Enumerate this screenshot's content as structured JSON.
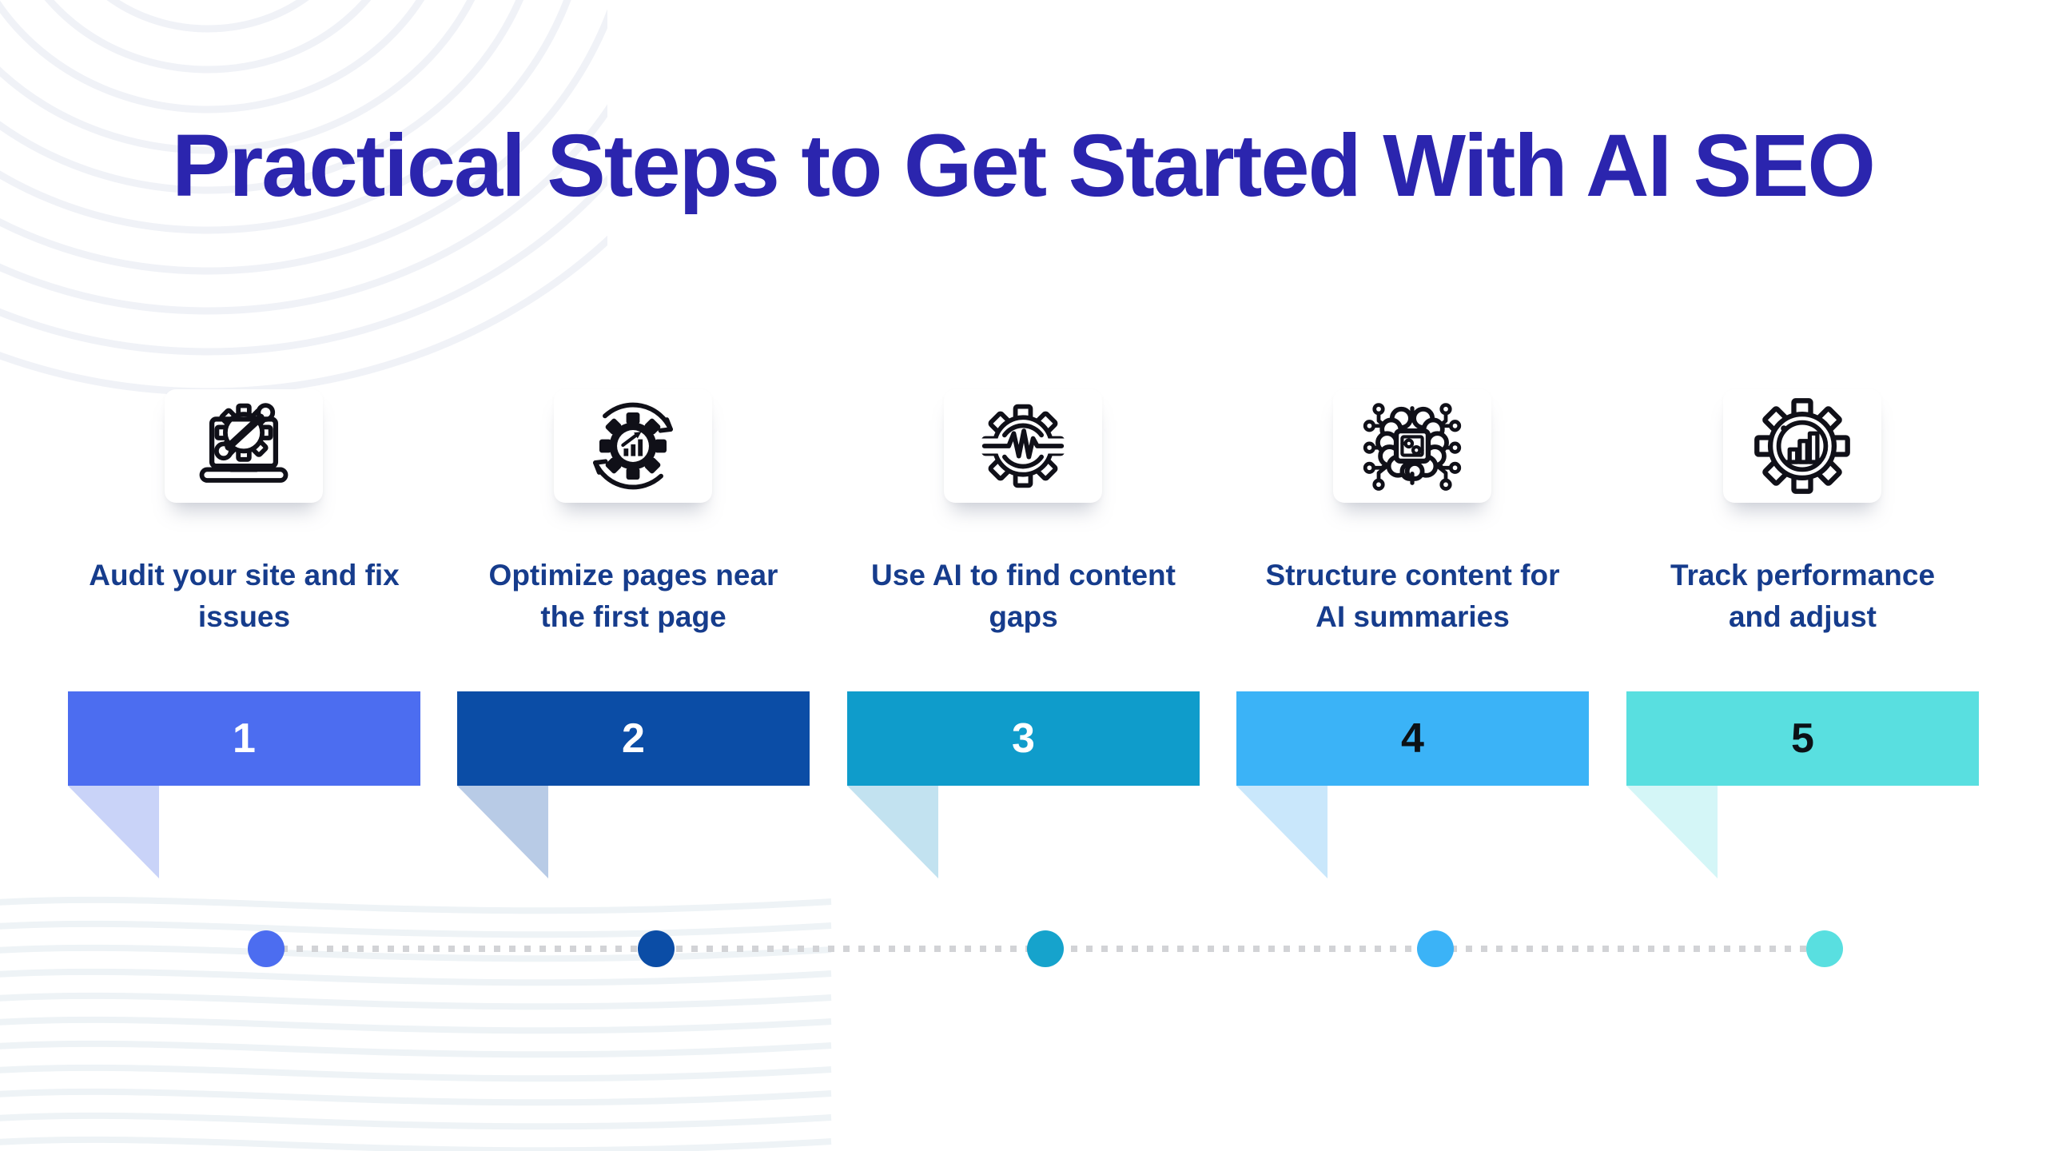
{
  "title": "Practical Steps to Get Started With AI SEO",
  "colors": {
    "title": "#2b25ae",
    "label": "#163c8c",
    "background": "#ffffff",
    "connector": "#d2d3d6"
  },
  "steps": [
    {
      "number": "1",
      "label_lines": [
        "Audit your site and fix",
        "issues"
      ],
      "icon": "laptop-wrench-gear-icon",
      "banner_color": "#4c6df0",
      "tail_color": "#c9d3f8",
      "number_color": "#ffffff",
      "dot_color": "#4c6df0"
    },
    {
      "number": "2",
      "label_lines": [
        "Optimize pages near",
        "the first page"
      ],
      "icon": "gear-refresh-chart-icon",
      "banner_color": "#0b4da6",
      "tail_color": "#b8cbe6",
      "number_color": "#ffffff",
      "dot_color": "#0b4da6"
    },
    {
      "number": "3",
      "label_lines": [
        "Use AI to find content",
        "gaps"
      ],
      "icon": "gear-pulse-icon",
      "banner_color": "#0f9ccb",
      "tail_color": "#c2e2f0",
      "number_color": "#ffffff",
      "dot_color": "#16a3cc"
    },
    {
      "number": "4",
      "label_lines": [
        "Structure content for",
        "AI summaries"
      ],
      "icon": "ai-brain-chip-icon",
      "banner_color": "#3bb3f7",
      "tail_color": "#c9e7fb",
      "number_color": "#0c1116",
      "dot_color": "#3bb3f7"
    },
    {
      "number": "5",
      "label_lines": [
        "Track performance",
        "and adjust"
      ],
      "icon": "gear-bar-chart-icon",
      "banner_color": "#59dfe0",
      "tail_color": "#d4f6f7",
      "number_color": "#0c1116",
      "dot_color": "#59dfe0"
    }
  ]
}
